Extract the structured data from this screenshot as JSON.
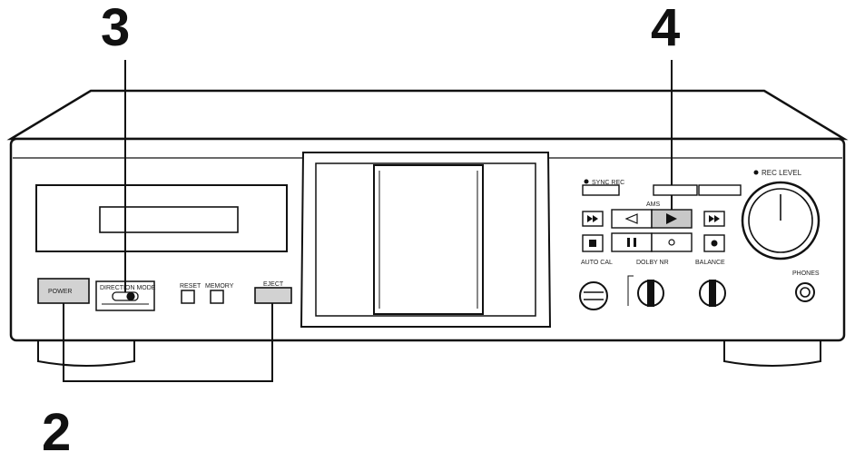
{
  "callouts": {
    "a": "3",
    "b": "4",
    "c": "2"
  },
  "labels": {
    "power": "POWER",
    "direction_mode": "DIRECTION MODE",
    "reset": "RESET",
    "memory": "MEMORY",
    "eject": "EJECT",
    "sync_rec": "SYNC REC",
    "auto_cal": "AUTO CAL",
    "dolby_nr": "DOLBY NR",
    "balance": "BALANCE",
    "rec_level": "REC LEVEL",
    "phones": "PHONES",
    "ams": "AMS"
  }
}
